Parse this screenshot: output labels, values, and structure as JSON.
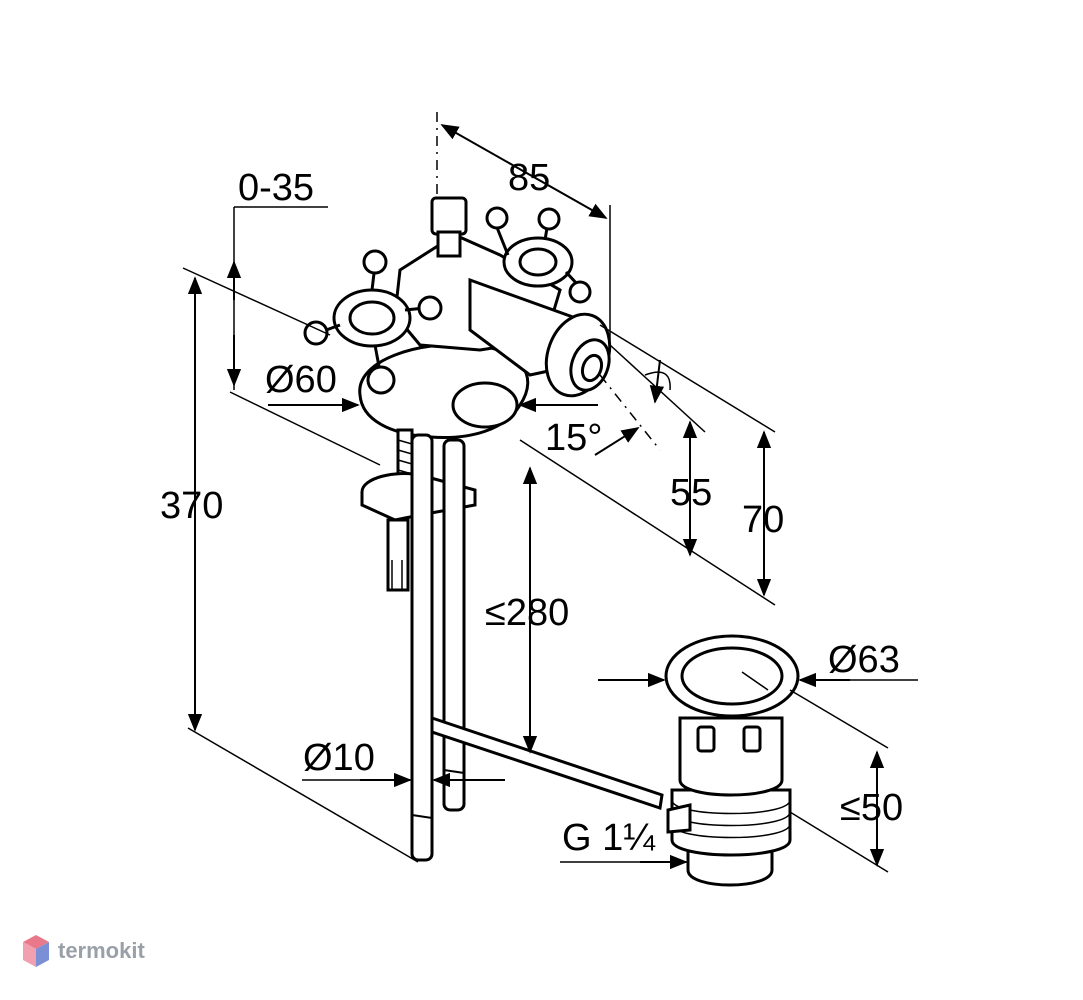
{
  "dimensions": {
    "adjust": "0-35",
    "width_85": "85",
    "dia_60": "Ø60",
    "angle_15": "15°",
    "height_55": "55",
    "height_70": "70",
    "height_370": "370",
    "max_280": "≤280",
    "dia_10": "Ø10",
    "dia_63": "Ø63",
    "thread": "G 1¼",
    "max_50": "≤50"
  },
  "watermark": {
    "brand": "termokit"
  },
  "colors": {
    "line": "#000000",
    "background": "#ffffff",
    "watermark_text": "#9aa0a8",
    "watermark_icon_a": "#e8788a",
    "watermark_icon_b": "#7a8fd6"
  }
}
